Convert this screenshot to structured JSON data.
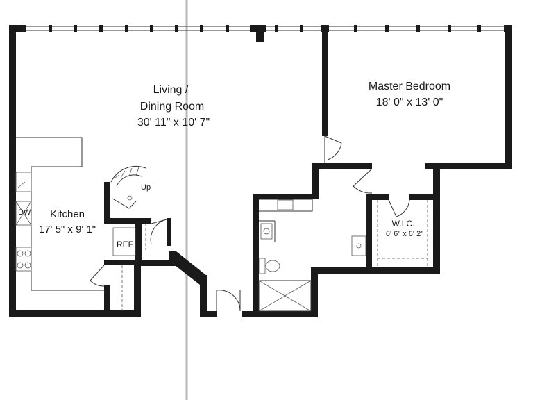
{
  "rooms": {
    "living_dining": {
      "name_line1": "Living /",
      "name_line2": "Dining Room",
      "size": "30' 11\" x 10' 7\""
    },
    "master_bedroom": {
      "name": "Master Bedroom",
      "size": "18' 0\" x 13' 0\""
    },
    "kitchen": {
      "name": "Kitchen",
      "size": "17' 5\" x 9' 1\""
    },
    "wic": {
      "name": "W.I.C.",
      "size": "6' 6\" x 6' 2\""
    }
  },
  "fixtures": {
    "dishwasher": "DW",
    "refrigerator": "REF",
    "stair": "Up"
  }
}
